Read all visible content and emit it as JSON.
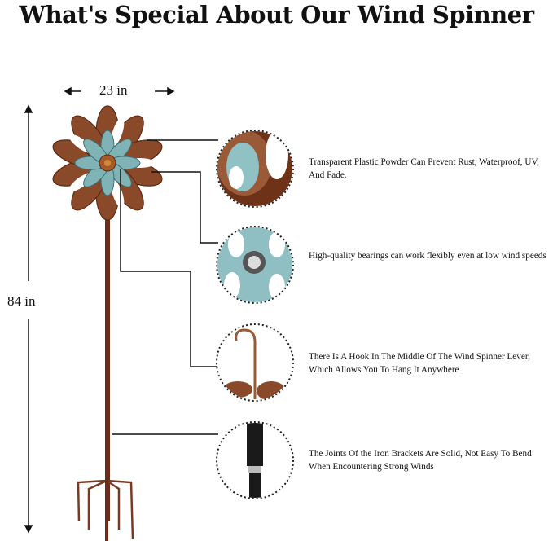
{
  "title": "What's Special About Our Wind Spinner",
  "dimensions": {
    "width_label": "23 in",
    "height_label": "84 in"
  },
  "features": [
    {
      "text": "Transparent Plastic Powder Can Prevent Rust, Waterproof, UV, And Fade."
    },
    {
      "text": "High-quality bearings can work flexibly even at low wind speeds"
    },
    {
      "text": "There Is A Hook In The Middle Of The Wind Spinner Lever, Which Allows You To Hang It Anywhere"
    },
    {
      "text": "The Joints Of the Iron Brackets Are Solid, Not Easy To Bend When Encountering Strong Winds"
    }
  ],
  "colors": {
    "copper": "#8a4a2a",
    "patina": "#7fb3b6",
    "stake": "#6b2d1a",
    "line": "#111111"
  }
}
